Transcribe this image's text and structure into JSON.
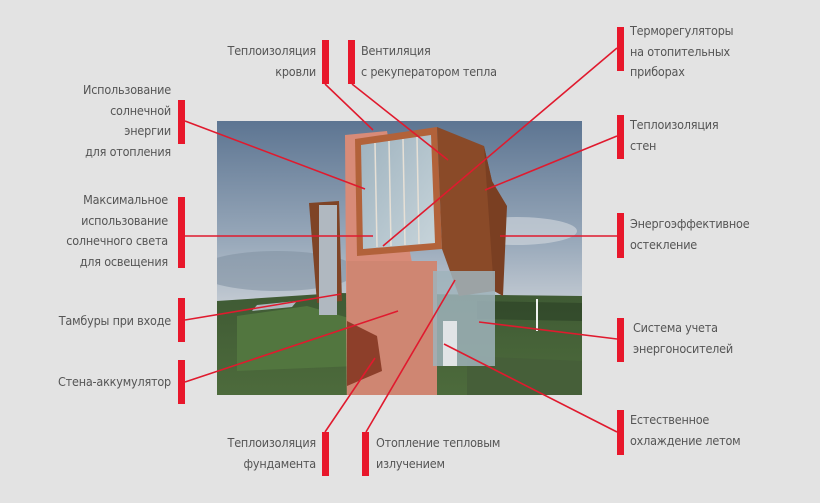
{
  "diagram": {
    "subject": "Energy-efficient house features",
    "accent_color": "#e8172b",
    "background_color": "#e3e3e3",
    "text_color": "#555555",
    "labels": {
      "roof_insulation": [
        "Теплоизоляция",
        "кровли"
      ],
      "ventilation": [
        "Вентиляция",
        "с рекуператором тепла"
      ],
      "thermoregulators": [
        "Терморегуляторы",
        "на отопительных",
        "приборах"
      ],
      "solar_heating": [
        "Использование",
        "солнечной",
        "энергии",
        "для отопления"
      ],
      "wall_insulation": [
        "Теплоизоляция",
        "стен"
      ],
      "daylight": [
        "Максимальное",
        "использование",
        "солнечного света",
        "для освещения"
      ],
      "glazing": [
        "Энергоэффективное",
        "остекление"
      ],
      "vestibules": [
        "Тамбуры при входе"
      ],
      "metering": [
        "Система учета",
        "энергоносителей"
      ],
      "accumulator_wall": [
        "Стена-аккумулятор"
      ],
      "natural_cooling": [
        "Естественное",
        "охлаждение летом"
      ],
      "foundation_insulation": [
        "Теплоизоляция",
        "фундамента"
      ],
      "radiant_heating": [
        "Отопление тепловым",
        "излучением"
      ]
    }
  }
}
